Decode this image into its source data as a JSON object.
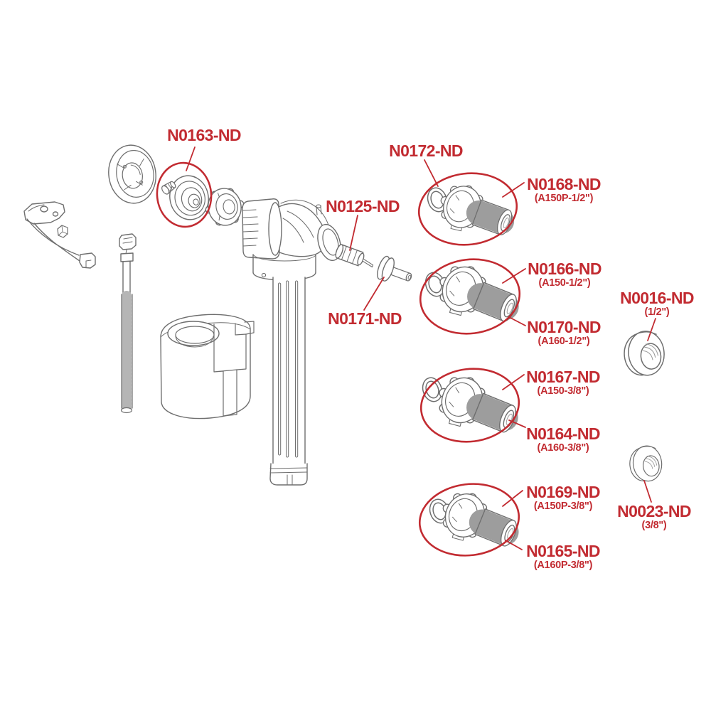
{
  "diagram": {
    "kind": "spare-parts-exploded-diagram",
    "subject": "cistern fill valve with numbered spare-part callouts",
    "background_color": "#ffffff",
    "accent_color": "#c22b31",
    "line_color": "#6e6e6e"
  },
  "callouts": [
    {
      "id": "n0163",
      "code": "N0163-ND",
      "variant": ""
    },
    {
      "id": "n0125",
      "code": "N0125-ND",
      "variant": ""
    },
    {
      "id": "n0171",
      "code": "N0171-ND",
      "variant": ""
    },
    {
      "id": "n0172",
      "code": "N0172-ND",
      "variant": ""
    },
    {
      "id": "n0168",
      "code": "N0168-ND",
      "variant": "(A150P-1/2\")"
    },
    {
      "id": "n0166",
      "code": "N0166-ND",
      "variant": "(A150-1/2\")"
    },
    {
      "id": "n0170",
      "code": "N0170-ND",
      "variant": "(A160-1/2\")"
    },
    {
      "id": "n0016",
      "code": "N0016-ND",
      "variant": "(1/2\")"
    },
    {
      "id": "n0167",
      "code": "N0167-ND",
      "variant": "(A150-3/8\")"
    },
    {
      "id": "n0164",
      "code": "N0164-ND",
      "variant": "(A160-3/8\")"
    },
    {
      "id": "n0169",
      "code": "N0169-ND",
      "variant": "(A150P-3/8\")"
    },
    {
      "id": "n0165",
      "code": "N0165-ND",
      "variant": "(A160P-3/8\")"
    },
    {
      "id": "n0023",
      "code": "N0023-ND",
      "variant": "(3/8\")"
    }
  ],
  "icons": [
    "flush-lever-arm",
    "valve-cap",
    "diaphragm-assembly",
    "coupling-nut",
    "fill-valve-body",
    "float-rod",
    "float-cup",
    "plunger-insert",
    "piston-stem",
    "o-ring",
    "knurled-union-fitting",
    "ring-nut-half-inch",
    "ring-nut-three-eighths"
  ]
}
